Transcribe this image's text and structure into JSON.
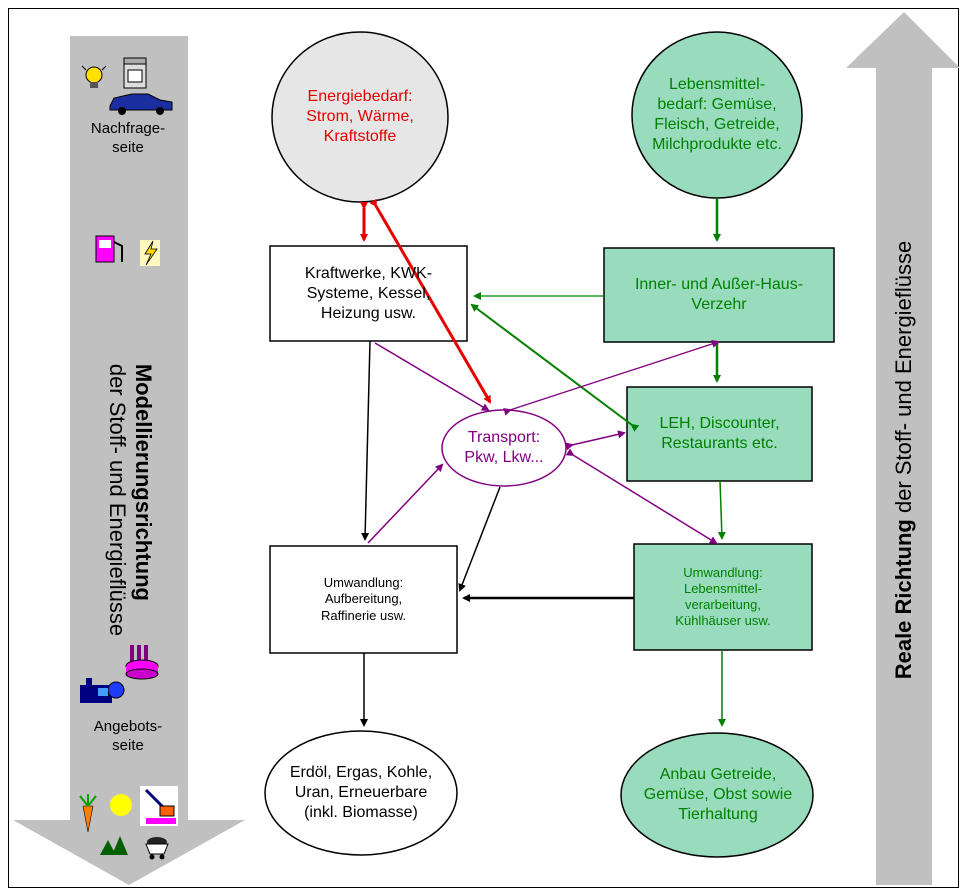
{
  "left_column": {
    "demand_label": "Nachfrage-\nseite",
    "supply_label": "Angebots-\nseite",
    "title_bold": "Modellierungsrichtung",
    "title_rest": "der Stoff- und Energieflüsse",
    "icons": [
      "lightbulb-icon",
      "stove-icon",
      "car-icon",
      "fuel-pump-icon",
      "lightning-icon",
      "factory-icon",
      "power-plant-icon",
      "carrot-icon",
      "sun-icon",
      "excavator-icon",
      "trees-icon",
      "coal-cart-icon"
    ]
  },
  "right_column": {
    "title_bold": "Reale Richtung",
    "title_rest": " der Stoff- und Energieflüsse"
  },
  "nodes": {
    "energy_demand": "Energiebedarf:\nStrom, Wärme,\nKraftstoffe",
    "food_demand": "Lebensmittel-\nbedarf: Gemüse,\nFleisch, Getreide,\nMilchprodukte etc.",
    "power_plants": "Kraftwerke, KWK-\nSysteme, Kessel,\nHeizung usw.",
    "consumption": "Inner- und Außer-Haus-\nVerzehr",
    "retail": "LEH, Discounter,\nRestaurants etc.",
    "transport": "Transport:\nPkw, Lkw...",
    "conversion_energy": "Umwandlung:\nAufbereitung,\nRaffinerie usw.",
    "conversion_food": "Umwandlung:\nLebensmittel-\nverarbeitung,\nKühlhäuser usw.",
    "primary_energy": "Erdöl, Ergas, Kohle,\nUran, Erneuerbare\n(inkl.  Biomasse)",
    "agriculture": "Anbau Getreide,\nGemüse, Obst sowie\nTierhaltung"
  },
  "colors": {
    "red": "#e60000",
    "green": "#008000",
    "purple": "#800080",
    "black": "#000000",
    "green_fill": "#99dcbd",
    "grey_fill": "#e6e6e6",
    "arrow_grey": "#c0c0c0"
  }
}
